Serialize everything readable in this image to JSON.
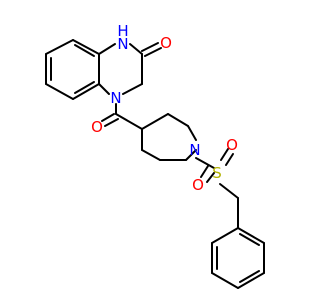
{
  "colors": {
    "background": "#ffffff",
    "bond": "#000000",
    "nitrogen": "#0000ff",
    "oxygen": "#ff0000",
    "sulfur": "#b2b200"
  },
  "atoms": {
    "nh": "H",
    "n_amide_h": "N",
    "o_lactam": "O",
    "n_ring": "N",
    "o_carbonyl": "O",
    "n_piperidine": "N",
    "s_sulfonyl": "S",
    "o_sulfonyl_top": "O",
    "o_sulfonyl_bottom": "O"
  }
}
